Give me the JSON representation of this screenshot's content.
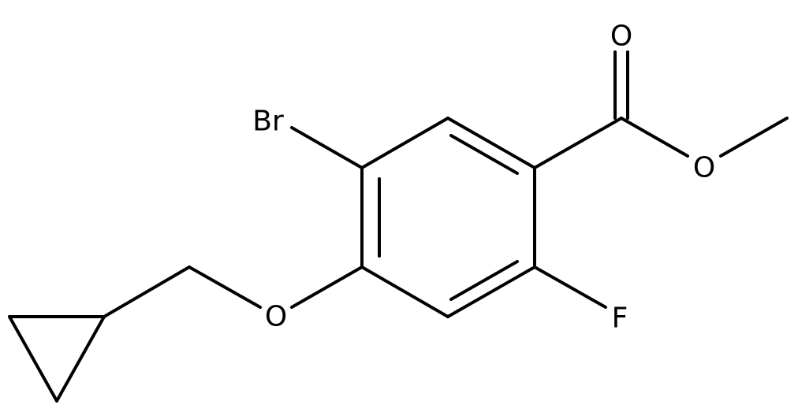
{
  "molecule": {
    "atoms": {
      "br": "Br",
      "f": "F",
      "o_carbonyl": "O",
      "o_ester": "O",
      "o_ether": "O"
    },
    "bond_color": "#000000",
    "label_color": "#000000"
  }
}
